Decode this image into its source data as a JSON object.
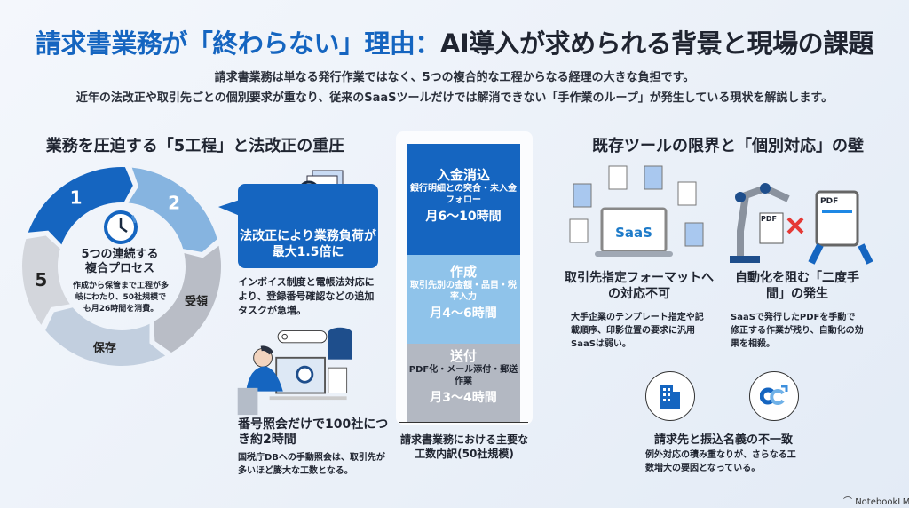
{
  "header": {
    "title_blue": "請求書業務が「終わらない」理由：",
    "title_dark": "AI導入が求められる背景と現場の課題",
    "subtitle_line1": "請求書業務は単なる発行作業ではなく、5つの複合的な工程からなる経理の大きな負担です。",
    "subtitle_line2": "近年の法改正や取引先ごとの個別要求が重なり、従来のSaaSツールだけでは解消できない「手作業のループ」が発生している現状を解説します。"
  },
  "left": {
    "heading": "業務を圧迫する「5工程」と法改正の重圧",
    "cycle": {
      "segments": [
        "1",
        "2",
        "受領",
        "保存",
        "5"
      ],
      "center_title": "5つの連続する\n複合プロセス",
      "center_title_1": "5つの連続する",
      "center_title_2": "複合プロセス",
      "center_desc": "作成から保管まで工程が多岐にわたり、50社規模でも月26時間を消費。"
    },
    "callout": {
      "title": "法改正により業務負荷が最大1.5倍に",
      "desc": "インボイス制度と電帳法対応により、登録番号確認などの追加タスクが急増。"
    },
    "lookup": {
      "title": "番号照会だけで100社につき約2時間",
      "desc": "国税庁DBへの手動照会は、取引先が多いほど膨大な工数となる。"
    }
  },
  "breakdown": {
    "items": [
      {
        "title": "入金消込",
        "desc": "銀行明細との突合・未入金フォロー",
        "hours": "月6〜10時間",
        "color": "#1565c0"
      },
      {
        "title": "作成",
        "desc": "取引先別の金額・品目・税率入力",
        "hours": "月4〜6時間",
        "color": "#8fc3ea"
      },
      {
        "title": "送付",
        "desc": "PDF化・メール添付・郵送作業",
        "hours": "月3〜4時間",
        "color": "#b3b8c2"
      }
    ],
    "caption": "請求書業務における主要な工数内訳(50社規模)"
  },
  "right": {
    "heading": "既存ツールの限界と「個別対応」の壁",
    "saas_label": "SaaS",
    "pdf_label": "PDF",
    "cards": [
      {
        "title": "取引先指定フォーマットへの対応不可",
        "desc": "大手企業のテンプレート指定や記載順序、印影位置の要求に汎用SaaSは弱い。"
      },
      {
        "title": "自動化を阻む「二度手間」の発生",
        "desc": "SaaSで発行したPDFを手動で修正する作業が残り、自動化の効果を相殺。"
      },
      {
        "title": "請求先と振込名義の不一致",
        "desc": "例外対応の積み重なりが、さらなる工数増大の要因となっている。"
      }
    ]
  },
  "footer": {
    "brand": "NotebookLM"
  }
}
